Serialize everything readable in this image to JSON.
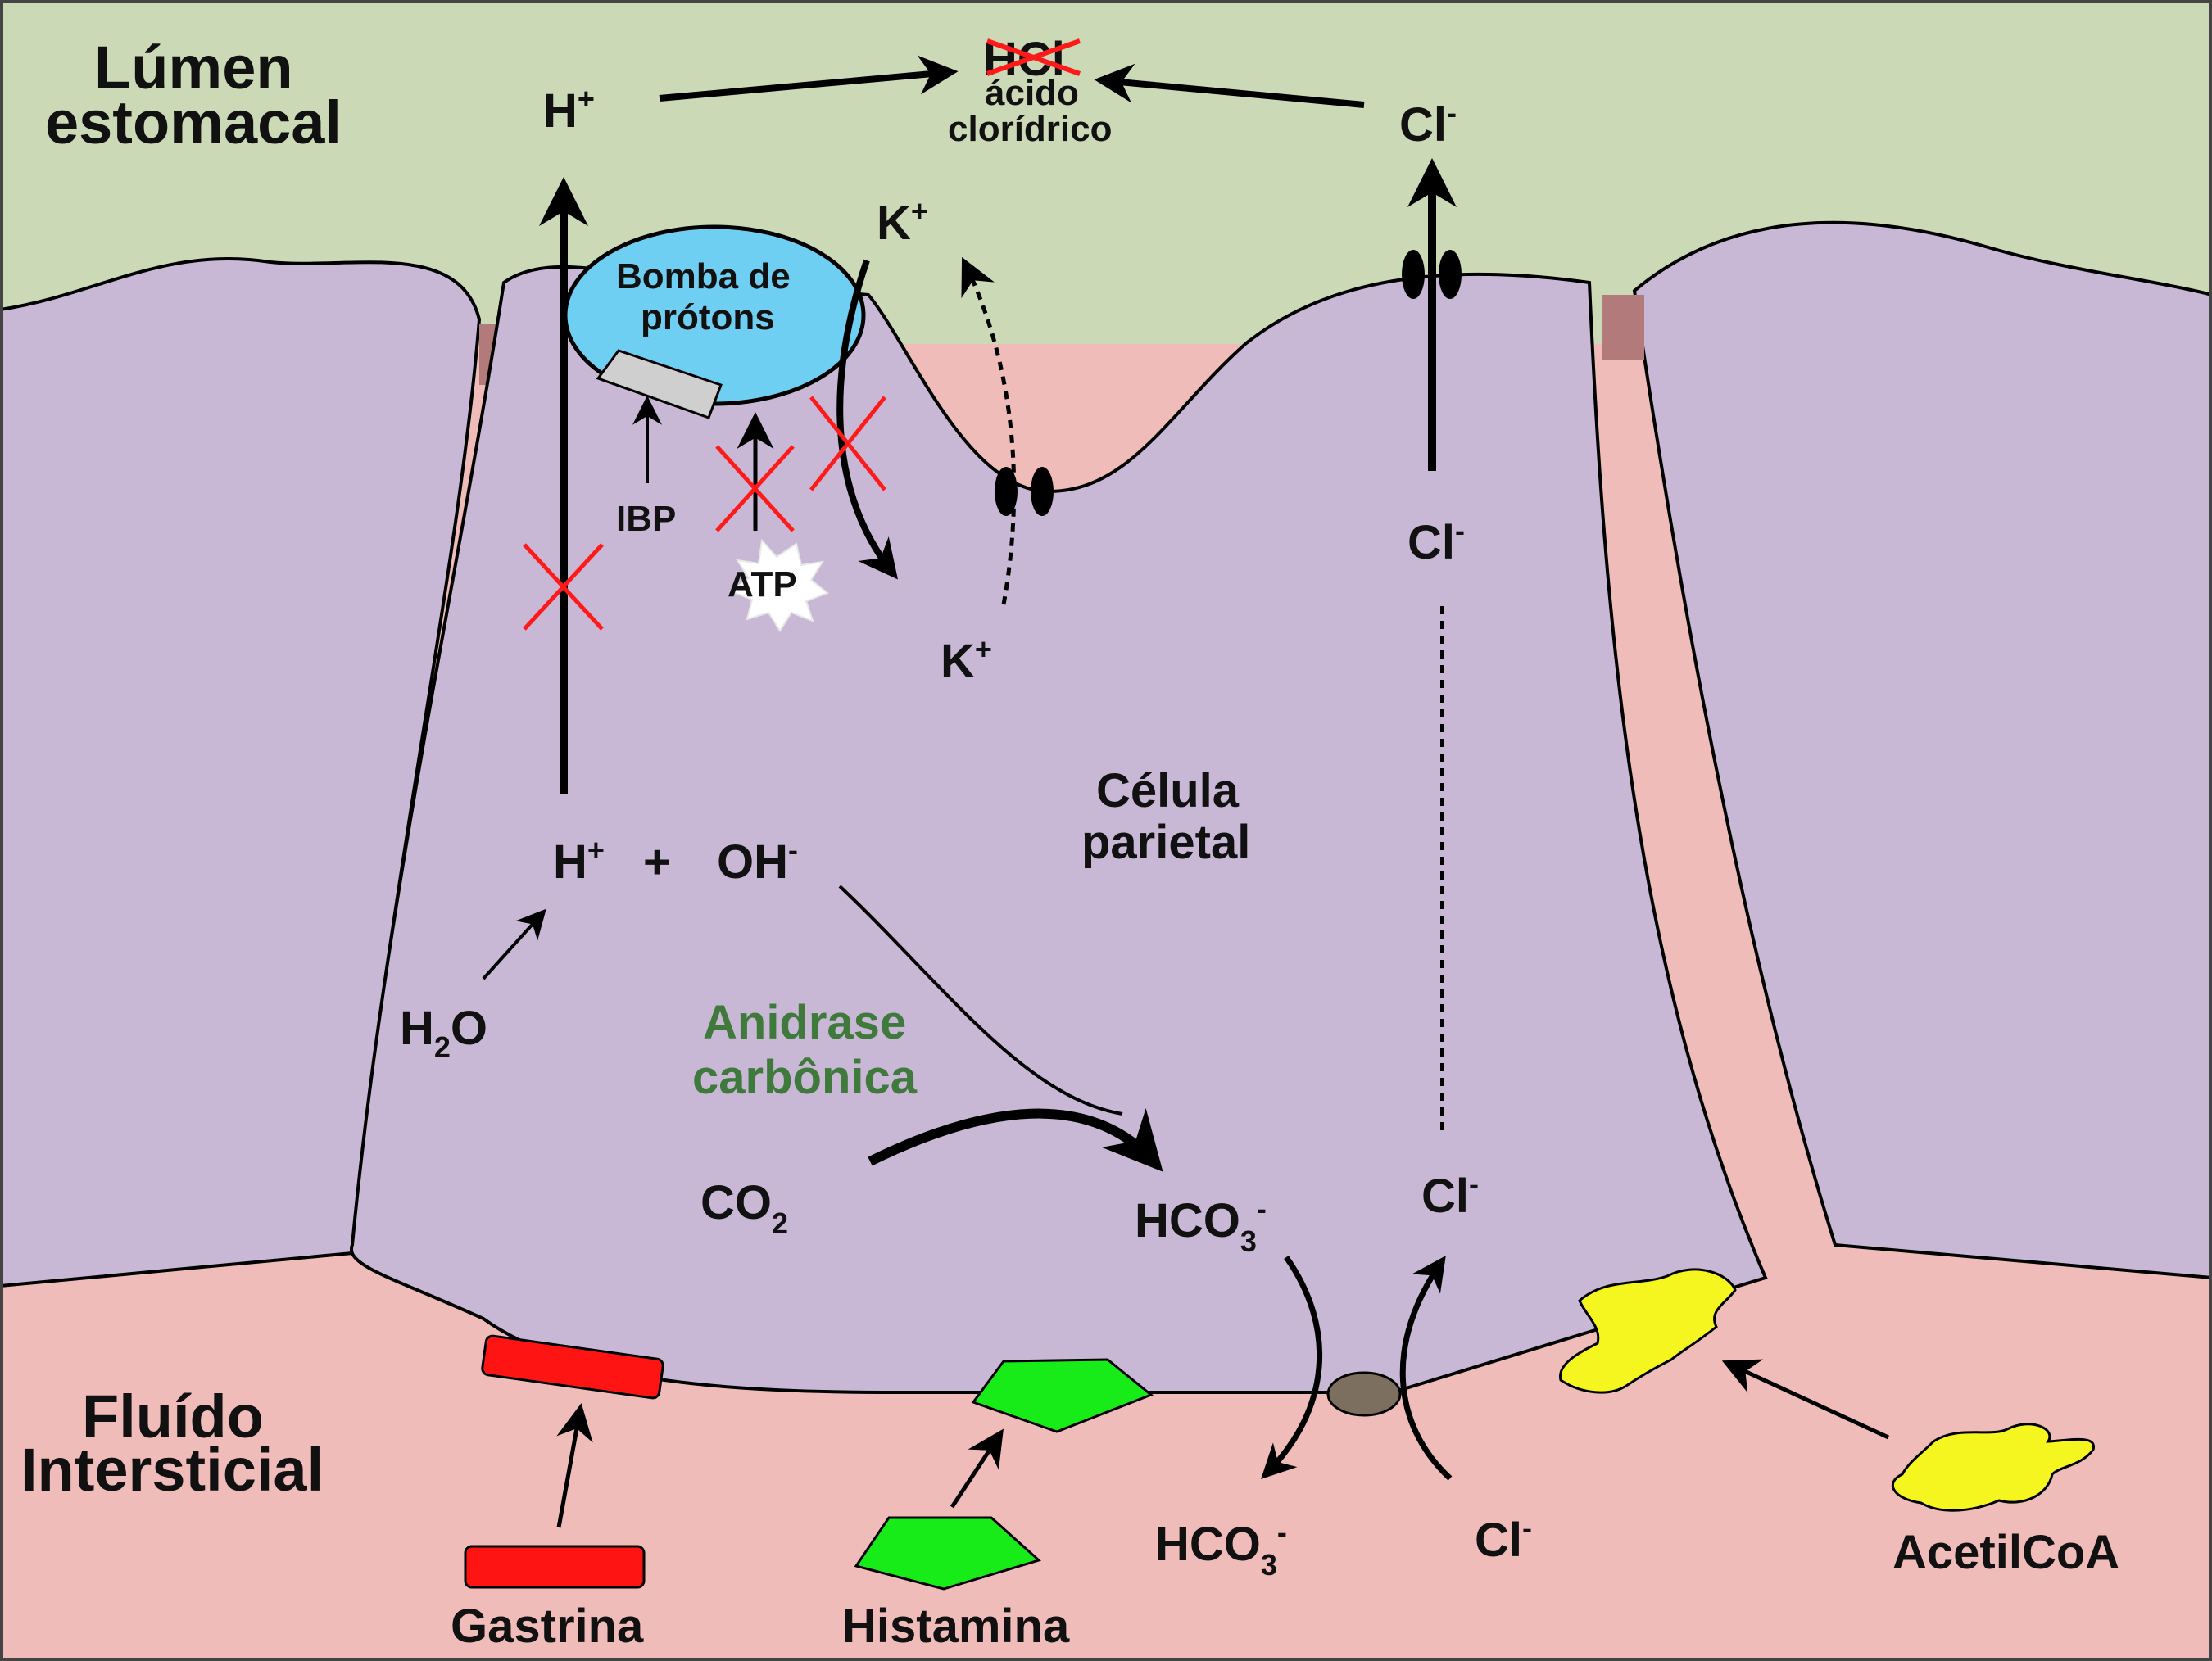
{
  "colors": {
    "lumen": "#cbd9b7",
    "cell": "#c8b8d6",
    "interstitial": "#efbcba",
    "pump": "#6fcff2",
    "gastrin": "#ff1414",
    "histamine": "#18ec18",
    "acetylcoa": "#f5f520",
    "cross": "#ff1a1a",
    "enzyme_text": "#3f7a3c",
    "exchanger": "#7c6f60"
  },
  "regions": {
    "lumen_line1": "Lúmen",
    "lumen_line2": "estomacal",
    "cell_line1": "Célula",
    "cell_line2": "parietal",
    "fluid_line1": "Fluído",
    "fluid_line2": "Intersticial"
  },
  "lumen": {
    "h_plus": "H",
    "h_plus_sup": "+",
    "hcl_crossed": "HCl",
    "hcl_line1": "ácido",
    "hcl_line2": "clorídrico",
    "cl_minus": "Cl",
    "cl_minus_sup": "-",
    "k_plus": "K",
    "k_plus_sup": "+"
  },
  "pump": {
    "label_line1": "Bomba de",
    "label_line2": "prótons",
    "inhibitor": "IBP",
    "atp": "ATP"
  },
  "cell": {
    "k_plus": "K",
    "k_plus_sup": "+",
    "cl_upper": "Cl",
    "cl_upper_sup": "-",
    "h_plus": "H",
    "h_plus_sup": "+",
    "plus_sign": "+",
    "oh": "OH",
    "oh_sup": "-",
    "water_h": "H",
    "water_sub": "2",
    "water_o": "O",
    "enzyme_line1": "Anidrase",
    "enzyme_line2": "carbônica",
    "co2": "CO",
    "co2_sub": "2",
    "hco3": "HCO",
    "hco3_sub": "3",
    "hco3_sup": "-",
    "cl_lower": "Cl",
    "cl_lower_sup": "-"
  },
  "interstitial": {
    "hco3": "HCO",
    "hco3_sub": "3",
    "hco3_sup": "-",
    "cl": "Cl",
    "cl_sup": "-",
    "gastrin": "Gastrina",
    "histamine": "Histamina",
    "acetylcoa": "AcetilCoA"
  }
}
